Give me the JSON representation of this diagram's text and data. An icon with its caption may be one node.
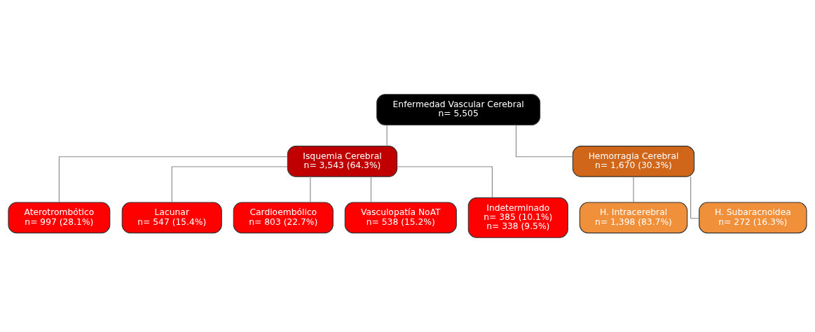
{
  "diagram": {
    "nodes": [
      {
        "text": [
          "Enfermedad Vascular Cerebral",
          "n= 5,505"
        ]
      },
      {
        "text": [
          "Isquemia Cerebral",
          "n= 3,543 (64.3%)"
        ]
      },
      {
        "text": [
          "Hemorragia Cerebral",
          "n= 1,670 (30.3%)"
        ]
      },
      {
        "text": [
          "H. Intracerebral",
          "n= 1,398 (83.7%)"
        ]
      },
      {
        "text": [
          "H. Subaracnoidea",
          "n= 272 (16.3%)"
        ]
      },
      {
        "text": [
          "Aterotrombótico",
          "n= 997 (28.1%)"
        ]
      },
      {
        "text": [
          "Lacunar",
          "n= 547 (15.4%)"
        ]
      },
      {
        "text": [
          "Cardioembólico",
          "n= 803 (22.7%)"
        ]
      },
      {
        "text": [
          "Vasculopatía NoAT",
          "n= 538 (15.2%)"
        ]
      },
      {
        "text": [
          "Indeterminado",
          "n= 385 (10.1%)",
          "n= 338 (9.5%)"
        ]
      }
    ],
    "edges": [
      {
        "from": 0,
        "to": 1,
        "arrow": "none"
      },
      {
        "from": 0,
        "to": 2,
        "arrow": "none"
      },
      {
        "from": 2,
        "to": 3,
        "arrow": "none"
      },
      {
        "from": 2,
        "to": 4,
        "arrow": "none"
      },
      {
        "from": 1,
        "to": 5,
        "arrow": "none"
      },
      {
        "from": 1,
        "to": 6,
        "arrow": "none"
      },
      {
        "from": 1,
        "to": 7,
        "arrow": "none"
      },
      {
        "from": 1,
        "to": 8,
        "arrow": "none"
      },
      {
        "from": 1,
        "to": 9,
        "arrow": "none"
      }
    ]
  }
}
